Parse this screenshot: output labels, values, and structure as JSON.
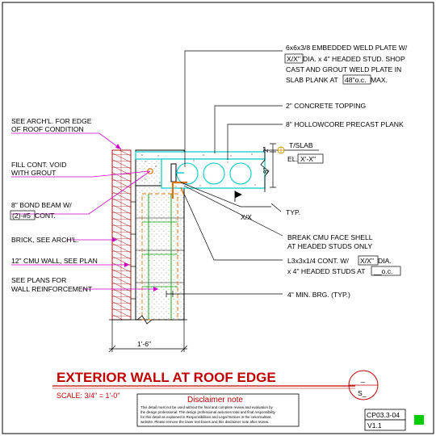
{
  "drawing_title": "EXTERIOR WALL AT ROOF EDGE",
  "scale_label": "SCALE: 3/4\" = 1'-0\"",
  "disclaimer": {
    "title": "Disclaimer note",
    "lines": [
      "This detail must not be used without the final and complete review and evaluation by",
      "the design professional. The design professional assumes total and final responsibility",
      "for this detail as explained in Responsibilities and Legal Notices in the cekonsultant.",
      "website. Please remove the lower text boxes and this disclaimer note after review."
    ]
  },
  "detail_number": "CP03.3-04",
  "version": "V1.1",
  "section_symbol": {
    "top": "_",
    "bottom": "S_"
  },
  "notes_right": {
    "weld_plate_1": "6x6x3/8 EMBEDDED WELD PLATE W/",
    "weld_plate_2a": "X/X\"",
    "weld_plate_2b": " DIA. x 4\" HEADED STUD. SHOP",
    "weld_plate_3": "CAST AND GROUT WELD PLATE IN",
    "weld_plate_4a": "SLAB PLANK AT ",
    "weld_plate_4b": "48\"o.c.",
    "weld_plate_4c": " MAX.",
    "topping": "2\" CONCRETE TOPPING",
    "plank": "8\" HOLLOWCORE PRECAST PLANK",
    "t_slab": "T/SLAB",
    "el": "EL.",
    "el_value": "X'-X\"",
    "typ": "TYP.",
    "xx": "X/X",
    "break_1": "BREAK CMU FACE SHELL",
    "break_2": "AT HEADED STUDS ONLY",
    "angle_1a": "L3x3x1/4 CONT. W/",
    "angle_1b": "X/X\"",
    "angle_1c": " DIA.",
    "angle_2a": "x 4\" HEADED STUDS AT ",
    "angle_2b": "__o.c.",
    "bearing": "4\" MIN. BRG. (TYP.)",
    "dim_2": "2\"",
    "dim_8": "8\""
  },
  "notes_left": {
    "arch_edge_1": "SEE ARCH'L. FOR EDGE",
    "arch_edge_2": "OF ROOF CONDITION",
    "fill_1": "FILL CONT. VOID",
    "fill_2": "WITH GROUT",
    "bond_1": "8\" BOND BEAM W/",
    "bond_2a": "(2)-#5",
    "bond_2b": " CONT.",
    "brick": "BRICK, SEE ARCH'L.",
    "cmu": "12\" CMU WALL, SEE PLAN",
    "plans_1": "SEE PLANS FOR",
    "plans_2": "WALL REINFORCEMENT"
  },
  "dimension_bottom": "1'-6\"",
  "colors": {
    "title_red": "#c00000",
    "leader_magenta": "#cc00cc",
    "concrete_cyan": "#00c8c8",
    "cmu_green": "#00a000",
    "rebar_orange": "#e07000",
    "brick_red": "#a00000",
    "status_green": "#00cc00"
  }
}
